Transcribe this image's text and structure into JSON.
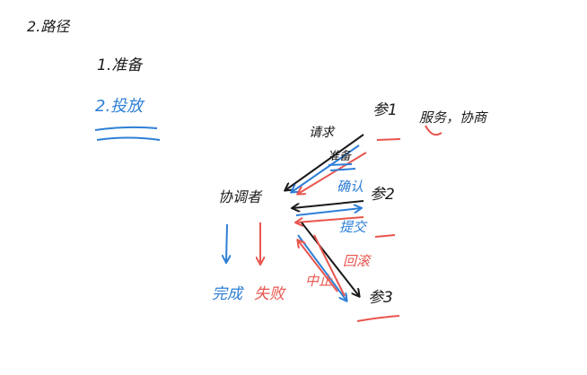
{
  "notes": {
    "heading_number": "2.",
    "heading_text": "2.路径",
    "step_one": "1.准备",
    "step_two": "2.投放",
    "center_node": "协调者",
    "participant_1": "参1",
    "participant_1_note": "服务，协商",
    "participant_2": "参2",
    "participant_3": "参3",
    "top_arrow_label": "请求",
    "arrow_label_prepare": "准备",
    "arrow_label_confirm": "确认",
    "arrow_label_commit": "提交",
    "blue_outcome": "完成",
    "red_outcome": "失败",
    "red_label_rollback": "回滚",
    "red_label_abort": "中止"
  },
  "colors": {
    "ink": "#1a1a1a",
    "blue": "#2e7fd6",
    "red": "#e8554e"
  }
}
